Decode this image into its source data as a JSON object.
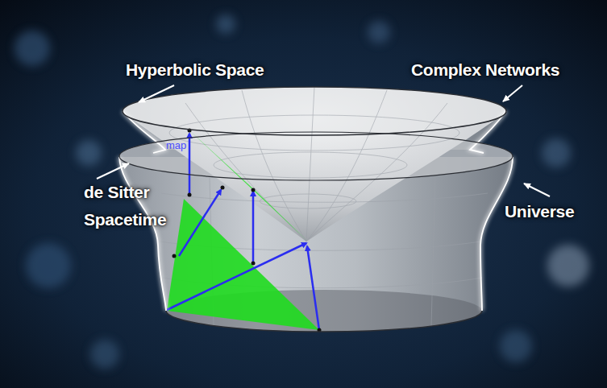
{
  "diagram": {
    "labels": [
      "Hyperbolic Space",
      "Complex Networks",
      "de Sitter Spacetime",
      "Universe",
      "map"
    ]
  }
}
